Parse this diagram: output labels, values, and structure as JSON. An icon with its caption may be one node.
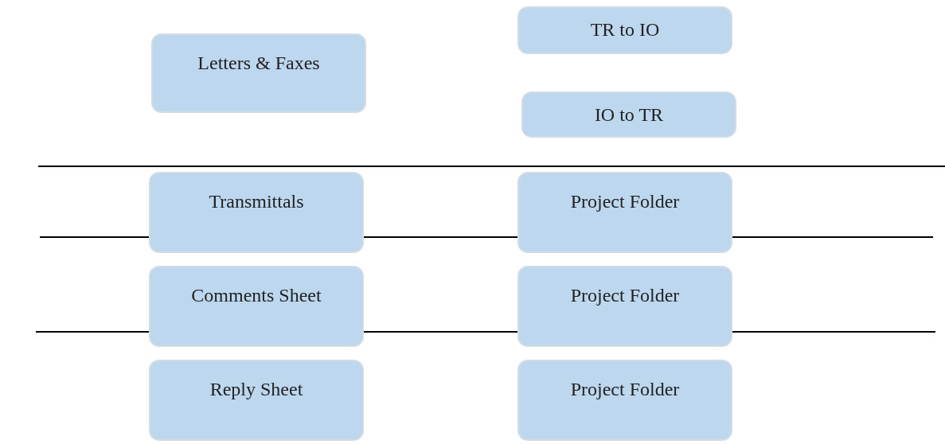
{
  "diagram": {
    "nodes": [
      {
        "text": [
          "Letters & Faxes"
        ]
      },
      {
        "text": [
          "TR to IO"
        ]
      },
      {
        "text": [
          "IO to TR"
        ]
      },
      {
        "text": [
          "Transmittals"
        ]
      },
      {
        "text": [
          "Project Folder"
        ]
      },
      {
        "text": [
          "Comments Sheet"
        ]
      },
      {
        "text": [
          "Project Folder"
        ]
      },
      {
        "text": [
          "Reply Sheet"
        ]
      },
      {
        "text": [
          "Project Folder"
        ]
      }
    ]
  }
}
